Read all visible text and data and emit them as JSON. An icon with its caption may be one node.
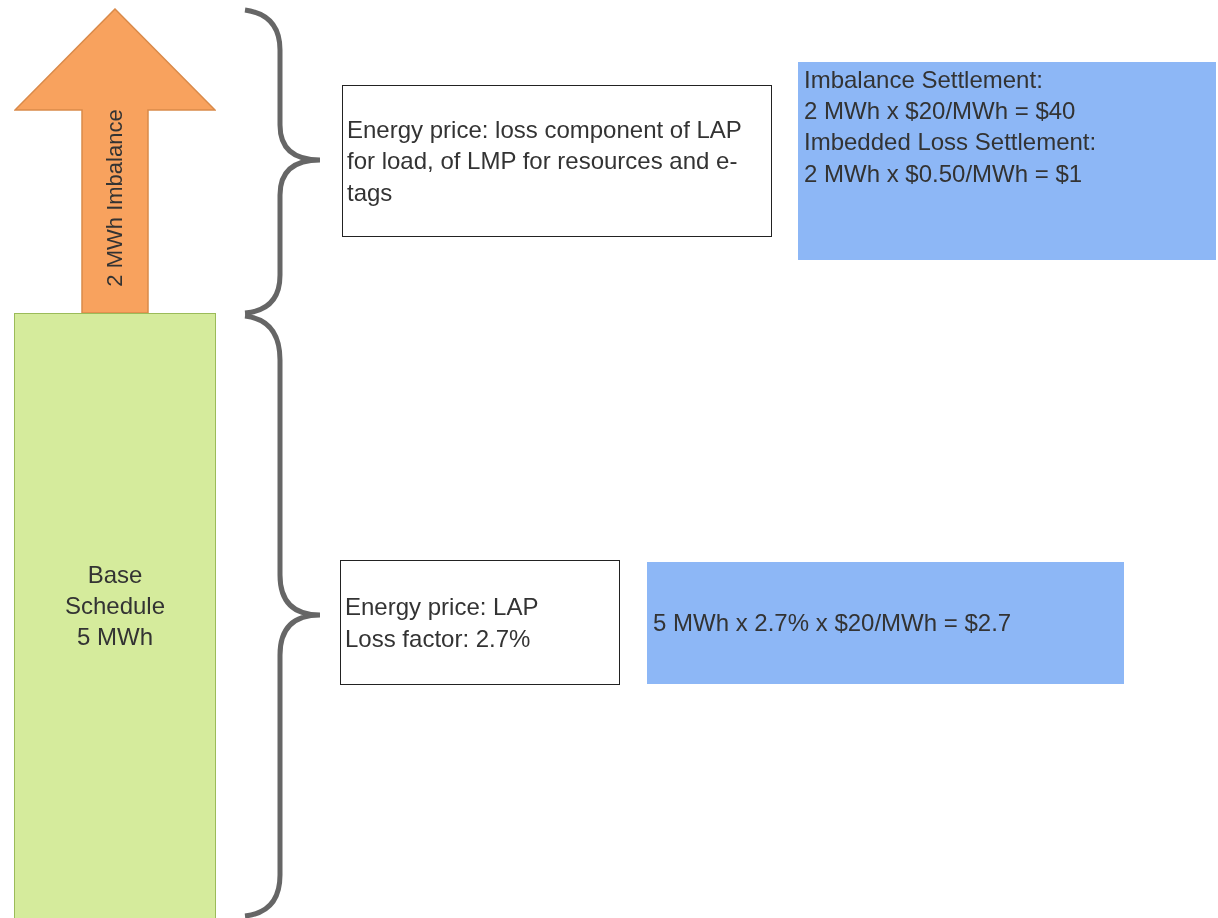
{
  "diagram": {
    "nodes": [
      {
        "text": [
          "2 MWh Imbalance"
        ]
      },
      {
        "text": [
          "Base Schedule 5 MWh"
        ]
      },
      {
        "text": [
          "Energy price: loss component of LAP for load, of LMP for resources and e-tags"
        ]
      },
      {
        "text": [
          "Imbalance Settlement:",
          "2 MWh x $20/MWh = $40",
          "Imbedded Loss Settlement:",
          "2 MWh x $0.50/MWh = $1"
        ]
      },
      {
        "text": [
          "Energy price: LAP",
          "Loss factor: 2.7%"
        ]
      },
      {
        "text": [
          "5 MWh x 2.7% x $20/MWh = $2.7"
        ]
      }
    ]
  }
}
